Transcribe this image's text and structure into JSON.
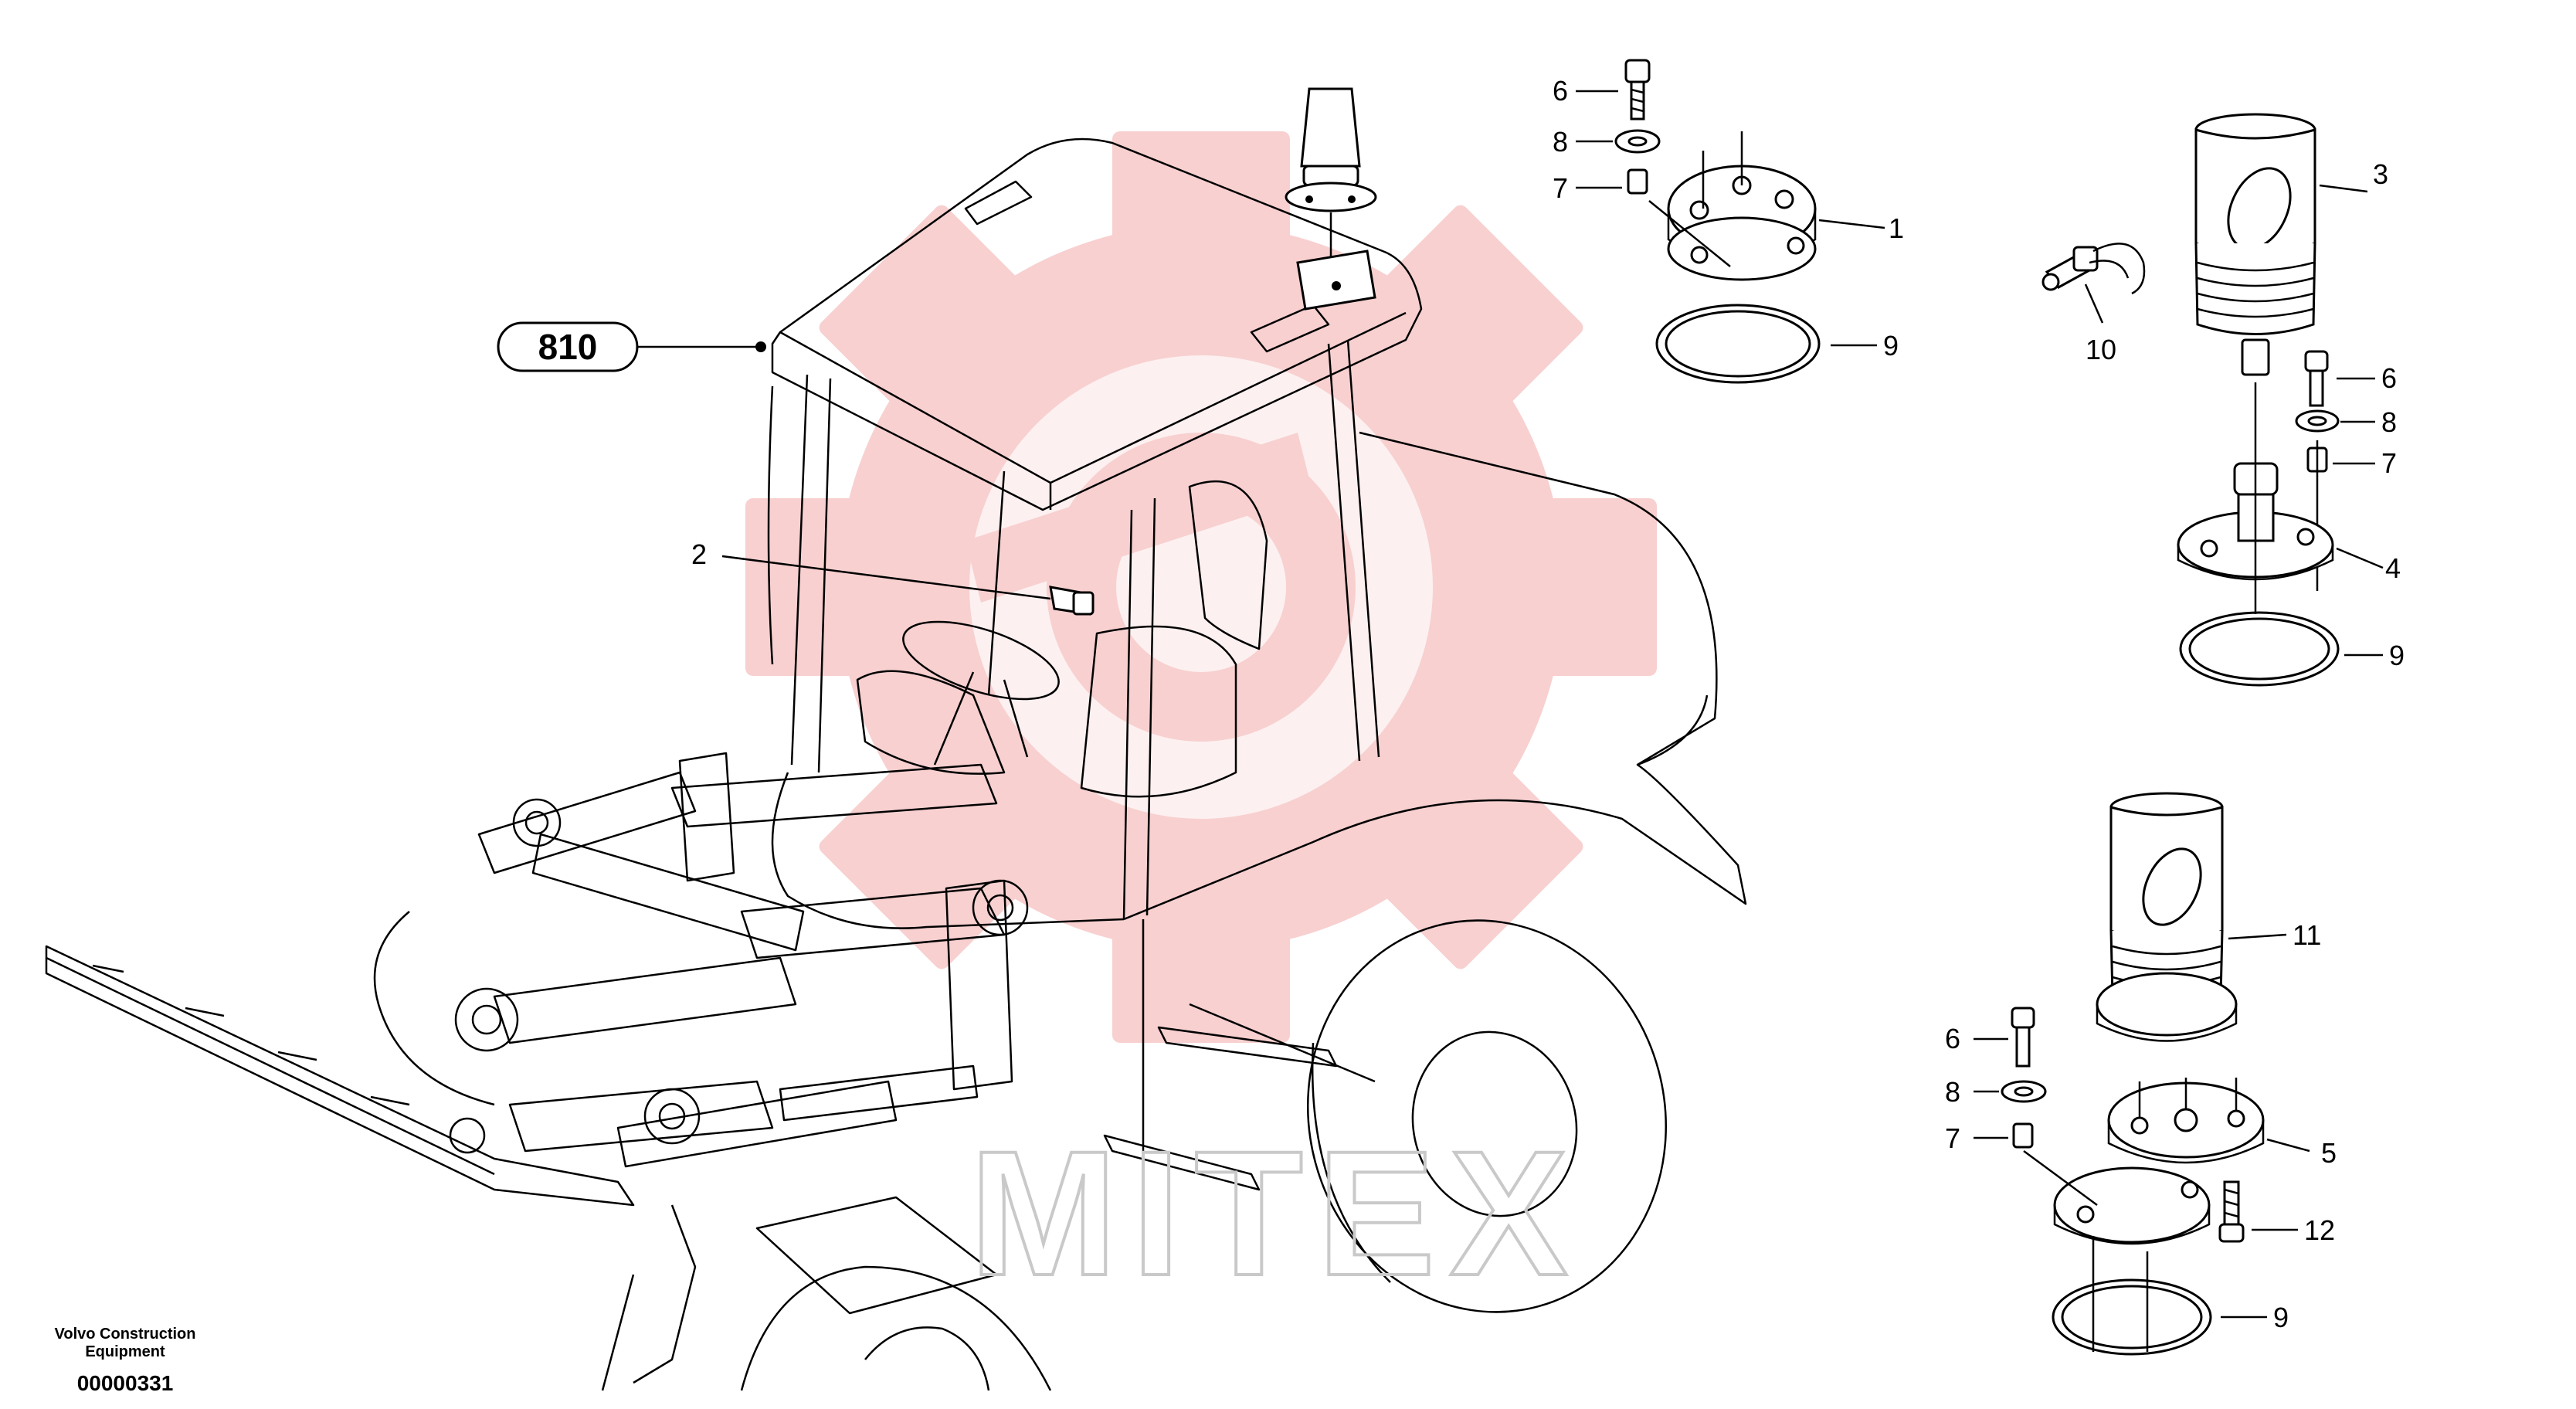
{
  "callouts": [
    {
      "id": "c-1",
      "text": "1"
    },
    {
      "id": "c-2",
      "text": "2"
    },
    {
      "id": "c-3",
      "text": "3"
    },
    {
      "id": "c-4",
      "text": "4"
    },
    {
      "id": "c-5",
      "text": "5"
    },
    {
      "id": "c-6a",
      "text": "6"
    },
    {
      "id": "c-6b",
      "text": "6"
    },
    {
      "id": "c-6c",
      "text": "6"
    },
    {
      "id": "c-7a",
      "text": "7"
    },
    {
      "id": "c-7b",
      "text": "7"
    },
    {
      "id": "c-7c",
      "text": "7"
    },
    {
      "id": "c-8a",
      "text": "8"
    },
    {
      "id": "c-8b",
      "text": "8"
    },
    {
      "id": "c-8c",
      "text": "8"
    },
    {
      "id": "c-9a",
      "text": "9"
    },
    {
      "id": "c-9b",
      "text": "9"
    },
    {
      "id": "c-9c",
      "text": "9"
    },
    {
      "id": "c-10",
      "text": "10"
    },
    {
      "id": "c-11",
      "text": "11"
    },
    {
      "id": "c-12",
      "text": "12"
    }
  ],
  "reference_tag": "810",
  "caption": {
    "line1": "Volvo Construction",
    "line2": "Equipment",
    "drawing_number": "00000331"
  },
  "watermark": "MITEX",
  "colors": {
    "line": "#000000",
    "watermark_gear": "#f6c9c9",
    "watermark_text": "#c9c9c9",
    "background": "#ffffff"
  }
}
